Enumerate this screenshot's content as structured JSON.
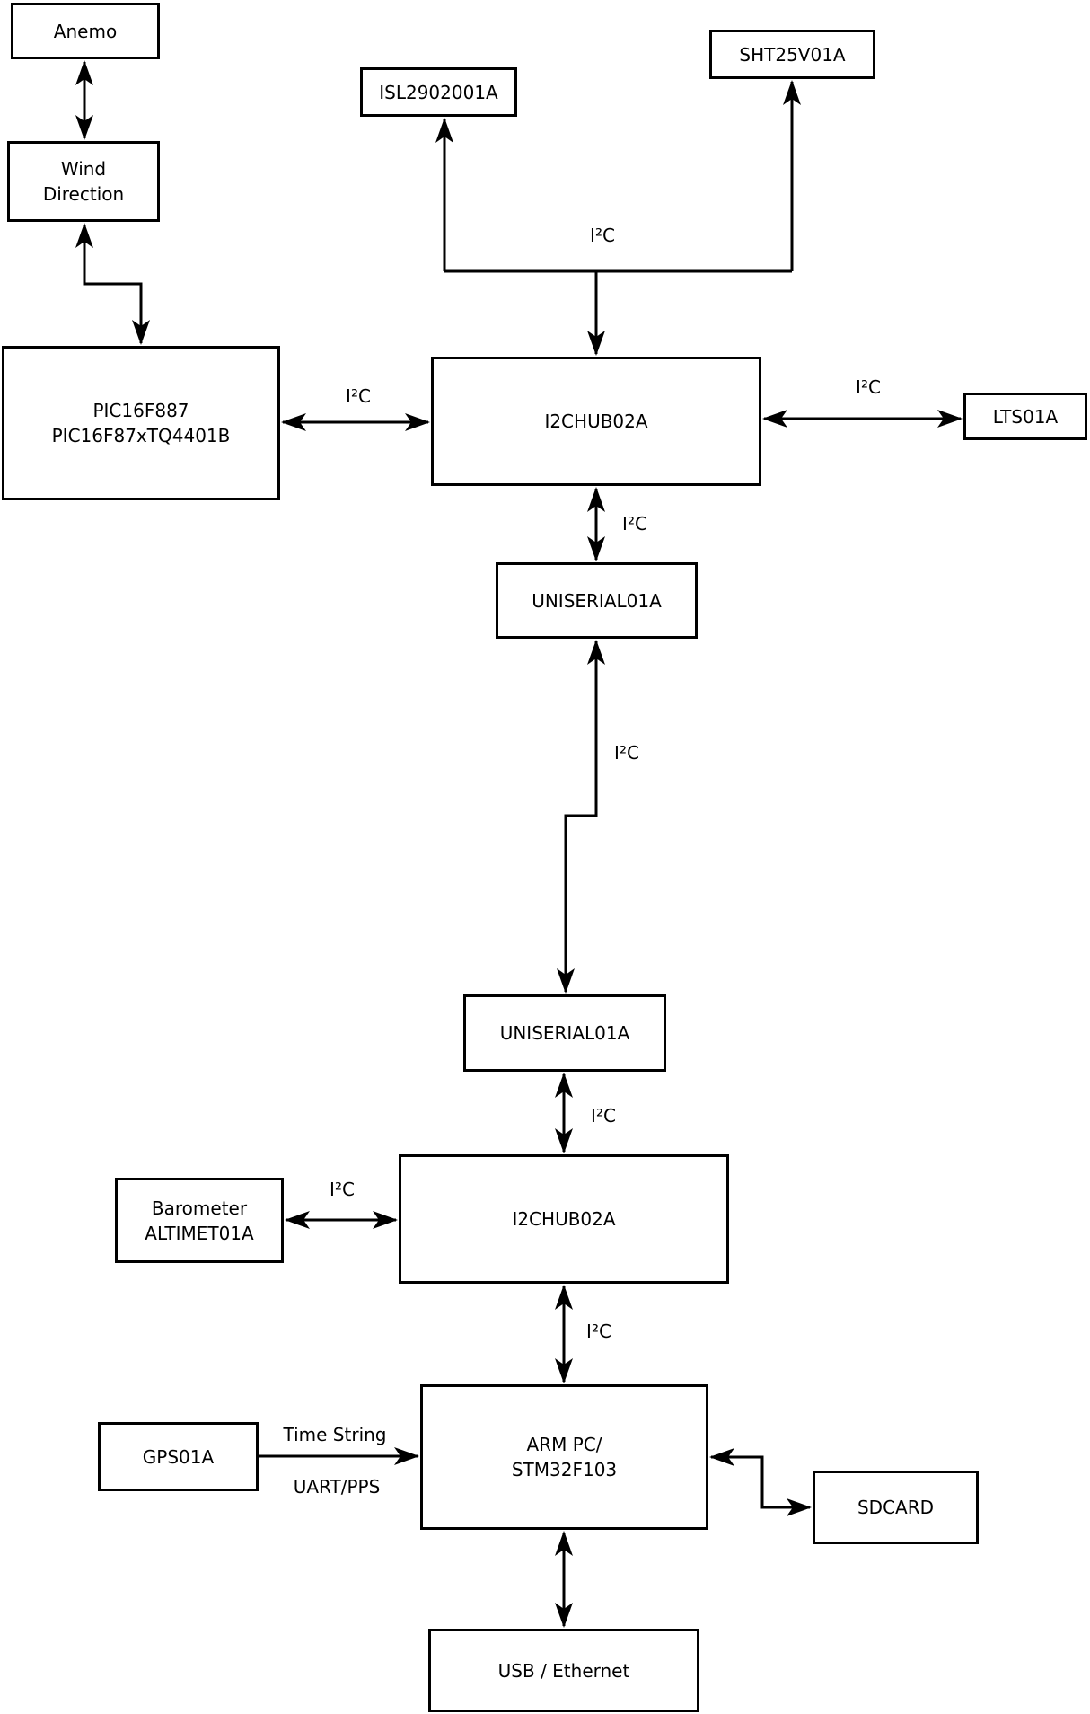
{
  "diagram": {
    "background": "#ffffff",
    "line_color": "#000000",
    "nodes": {
      "anemo": {
        "label": "Anemo"
      },
      "wind_direction": {
        "label": "Wind\nDirection"
      },
      "isl2902001a": {
        "label": "ISL2902001A"
      },
      "sht25v01a": {
        "label": "SHT25V01A"
      },
      "pic16f887": {
        "label": "PIC16F887\nPIC16F87xTQ4401B"
      },
      "i2chub02a_upper": {
        "label": "I2CHUB02A"
      },
      "lts01a": {
        "label": "LTS01A"
      },
      "uniserial01a_upper": {
        "label": "UNISERIAL01A"
      },
      "uniserial01a_lower": {
        "label": "UNISERIAL01A"
      },
      "barometer": {
        "label": "Barometer\nALTIMET01A"
      },
      "i2chub02a_lower": {
        "label": "I2CHUB02A"
      },
      "gps01a": {
        "label": "GPS01A"
      },
      "arm_pc": {
        "label": "ARM PC/\nSTM32F103"
      },
      "sdcard": {
        "label": "SDCARD"
      },
      "usb_ethernet": {
        "label": "USB / Ethernet"
      }
    },
    "edge_labels": {
      "bus_top": "I²C",
      "pic_hub": "I²C",
      "hub_lts": "I²C",
      "hub_uniserial": "I²C",
      "uniserial_link": "I²C",
      "uniserial_hub": "I²C",
      "barometer_hub": "I²C",
      "hub_arm": "I²C",
      "gps_time": "Time String",
      "gps_uart": "UART/PPS"
    }
  }
}
